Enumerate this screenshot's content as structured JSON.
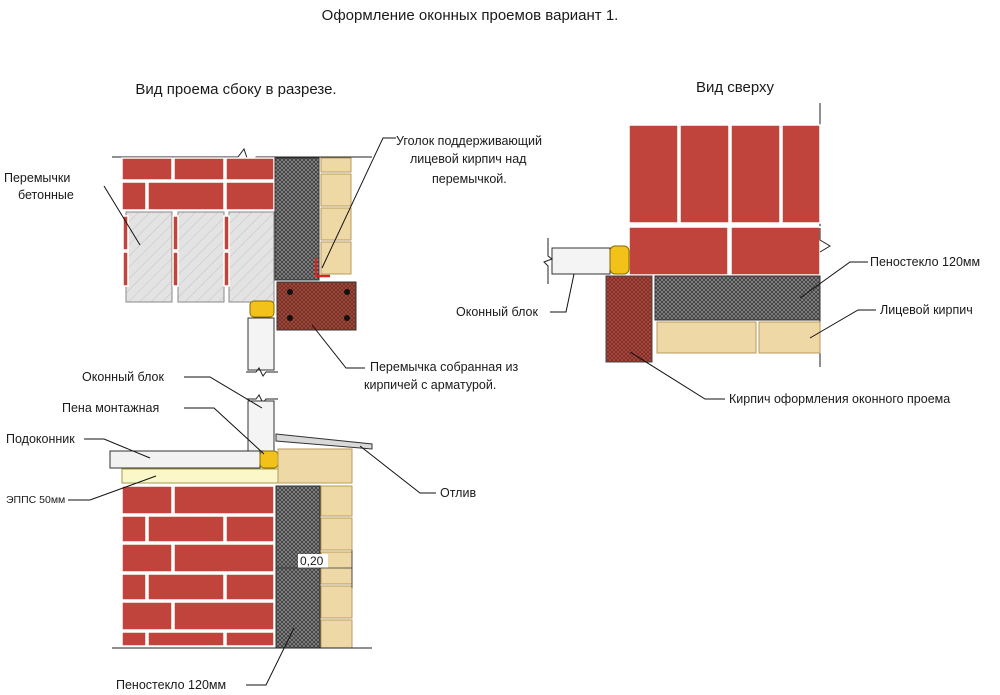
{
  "title": "Оформление оконных проемов вариант 1.",
  "views": {
    "side": "Вид проема сбоку в разрезе.",
    "top": "Вид сверху"
  },
  "labels": {
    "lintels_concrete_1": "Перемычки",
    "lintels_concrete_2": "бетонные",
    "angle_1": "Уголок поддерживающий",
    "angle_2": "лицевой кирпич над",
    "angle_3": "перемычкой.",
    "window_block_side": "Оконный блок",
    "mount_foam": "Пена монтажная",
    "windowsill": "Подоконник",
    "epps": "ЭППС 50мм",
    "brick_lintel_1": "Перемычка собранная из",
    "brick_lintel_2": "кирпичей с  арматурой.",
    "drip_edge": "Отлив",
    "foamglass_bottom": "Пеностекло 120мм",
    "dimension": "0,20",
    "foamglass_top": "Пеностекло 120мм",
    "facing_brick": "Лицевой кирпич",
    "window_block_top": "Оконный блок",
    "frame_brick": "Кирпич оформления оконного проема"
  },
  "colors": {
    "brick_red": "#c0443b",
    "facing_brick": "#eed9a6",
    "foam_yellow": "#f2c11a",
    "epps_yellow": "#fbf7c8"
  }
}
